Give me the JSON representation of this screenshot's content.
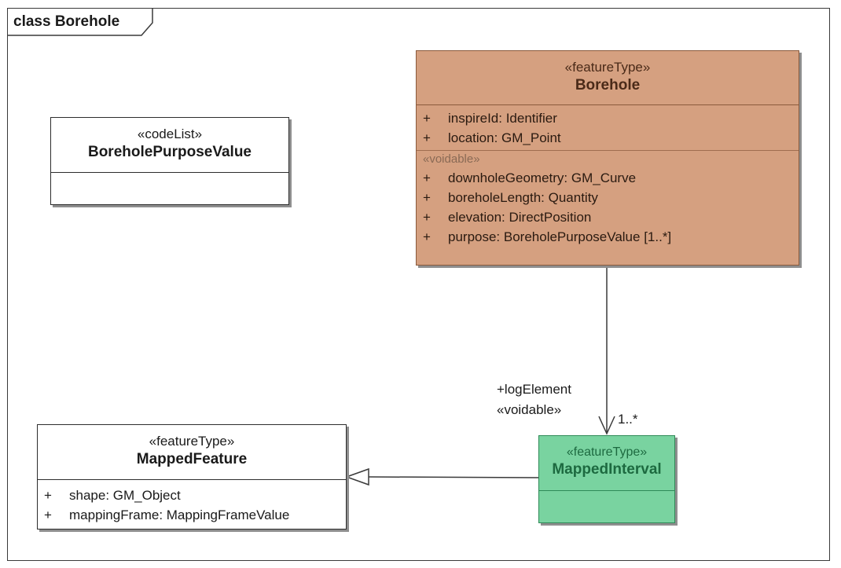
{
  "frame": {
    "label": "class Borehole"
  },
  "classes": {
    "borehole": {
      "stereotype": "«featureType»",
      "name": "Borehole",
      "attributes": [
        {
          "vis": "+",
          "text": "inspireId:  Identifier"
        },
        {
          "vis": "+",
          "text": "location:  GM_Point"
        }
      ],
      "voidable_label": "«voidable»",
      "voidable_attributes": [
        {
          "vis": "+",
          "text": "downholeGeometry:  GM_Curve"
        },
        {
          "vis": "+",
          "text": "boreholeLength:  Quantity"
        },
        {
          "vis": "+",
          "text": "elevation:  DirectPosition"
        },
        {
          "vis": "+",
          "text": "purpose:  BoreholePurposeValue [1..*]"
        }
      ],
      "fill_color": "#d5a080"
    },
    "borehole_purpose_value": {
      "stereotype": "«codeList»",
      "name": "BoreholePurposeValue"
    },
    "mapped_feature": {
      "stereotype": "«featureType»",
      "name": "MappedFeature",
      "attributes": [
        {
          "vis": "+",
          "text": "shape:  GM_Object"
        },
        {
          "vis": "+",
          "text": "mappingFrame:  MappingFrameValue"
        }
      ]
    },
    "mapped_interval": {
      "stereotype": "«featureType»",
      "name": "MappedInterval",
      "fill_color": "#79d3a0"
    }
  },
  "relations": {
    "association": {
      "role": "+logElement",
      "role_stereotype": "«voidable»",
      "multiplicity": "1..*"
    },
    "generalization": {
      "from": "MappedInterval",
      "to": "MappedFeature"
    }
  }
}
